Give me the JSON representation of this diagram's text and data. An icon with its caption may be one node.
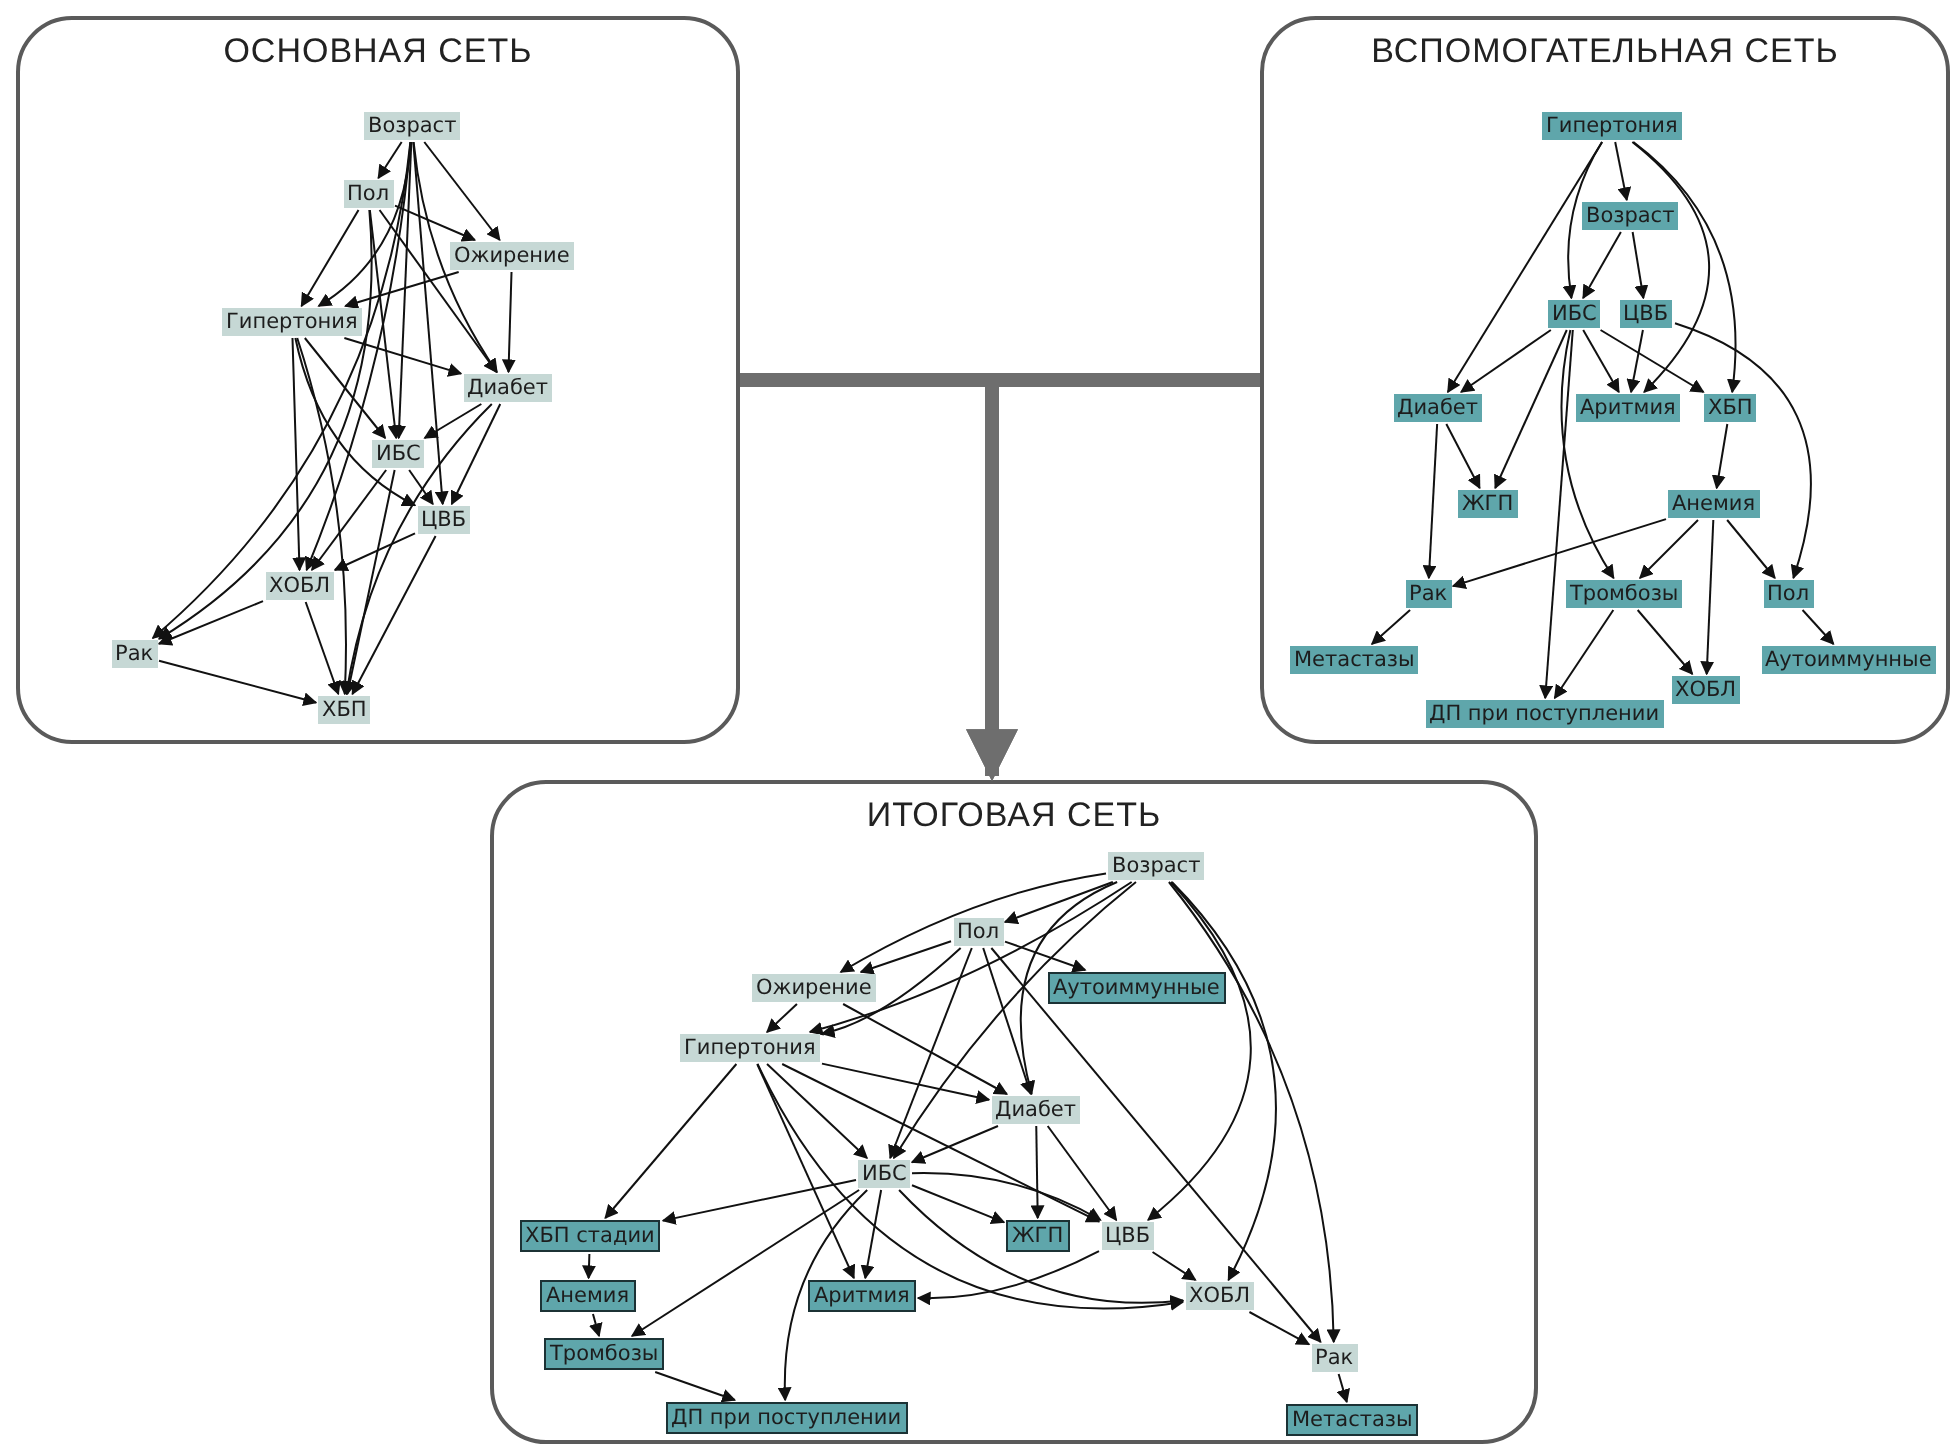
{
  "diagram": {
    "nodes": [
      {
        "text": [
          "ОСНОВНАЯ СЕТЬ"
        ]
      },
      {
        "text": [
          "Возраст"
        ],
        "in": 0
      },
      {
        "text": [
          "Пол"
        ],
        "in": 0
      },
      {
        "text": [
          "Ожирение"
        ],
        "in": 0
      },
      {
        "text": [
          "Гипертония"
        ],
        "in": 0
      },
      {
        "text": [
          "Диабет"
        ],
        "in": 0
      },
      {
        "text": [
          "ИБС"
        ],
        "in": 0
      },
      {
        "text": [
          "ЦВБ"
        ],
        "in": 0
      },
      {
        "text": [
          "ХОБЛ"
        ],
        "in": 0
      },
      {
        "text": [
          "Рак"
        ],
        "in": 0
      },
      {
        "text": [
          "ХБП"
        ],
        "in": 0
      },
      {
        "text": [
          "ВСПОМОГАТЕЛЬНАЯ СЕТЬ"
        ]
      },
      {
        "text": [
          "Гипертония"
        ],
        "in": 11
      },
      {
        "text": [
          "Возраст"
        ],
        "in": 11
      },
      {
        "text": [
          "ИБС"
        ],
        "in": 11
      },
      {
        "text": [
          "ЦВБ"
        ],
        "in": 11
      },
      {
        "text": [
          "Диабет"
        ],
        "in": 11
      },
      {
        "text": [
          "Аритмия"
        ],
        "in": 11
      },
      {
        "text": [
          "ХБП"
        ],
        "in": 11
      },
      {
        "text": [
          "ЖГП"
        ],
        "in": 11
      },
      {
        "text": [
          "Анемия"
        ],
        "in": 11
      },
      {
        "text": [
          "Рак"
        ],
        "in": 11
      },
      {
        "text": [
          "Тромбозы"
        ],
        "in": 11
      },
      {
        "text": [
          "Пол"
        ],
        "in": 11
      },
      {
        "text": [
          "Метастазы"
        ],
        "in": 11
      },
      {
        "text": [
          "Аутоиммунные"
        ],
        "in": 11
      },
      {
        "text": [
          "ХОБЛ"
        ],
        "in": 11
      },
      {
        "text": [
          "ДП при поступлении"
        ],
        "in": 11
      },
      {
        "text": [
          "ИТОГОВАЯ СЕТЬ"
        ]
      },
      {
        "text": [
          "Возраст"
        ],
        "in": 28
      },
      {
        "text": [
          "Пол"
        ],
        "in": 28
      },
      {
        "text": [
          "Ожирение"
        ],
        "in": 28
      },
      {
        "text": [
          "Аутоиммунные"
        ],
        "in": 28
      },
      {
        "text": [
          "Гипертония"
        ],
        "in": 28
      },
      {
        "text": [
          "Диабет"
        ],
        "in": 28
      },
      {
        "text": [
          "ИБС"
        ],
        "in": 28
      },
      {
        "text": [
          "ХБП стадии"
        ],
        "in": 28
      },
      {
        "text": [
          "ЖГП"
        ],
        "in": 28
      },
      {
        "text": [
          "ЦВБ"
        ],
        "in": 28
      },
      {
        "text": [
          "Анемия"
        ],
        "in": 28
      },
      {
        "text": [
          "Аритмия"
        ],
        "in": 28
      },
      {
        "text": [
          "ХОБЛ"
        ],
        "in": 28
      },
      {
        "text": [
          "Тромбозы"
        ],
        "in": 28
      },
      {
        "text": [
          "Рак"
        ],
        "in": 28
      },
      {
        "text": [
          "ДП при поступлении"
        ],
        "in": 28
      },
      {
        "text": [
          "Метастазы"
        ],
        "in": 28
      }
    ],
    "edges": [
      {
        "from": 1,
        "to": 2,
        "arrow": "to"
      },
      {
        "from": 1,
        "to": 3,
        "arrow": "to"
      },
      {
        "from": 1,
        "to": 4,
        "arrow": "to"
      },
      {
        "from": 1,
        "to": 5,
        "arrow": "to"
      },
      {
        "from": 1,
        "to": 6,
        "arrow": "to"
      },
      {
        "from": 1,
        "to": 7,
        "arrow": "to"
      },
      {
        "from": 1,
        "to": 9,
        "arrow": "to"
      },
      {
        "from": 1,
        "to": 8,
        "arrow": "to"
      },
      {
        "from": 2,
        "to": 3,
        "arrow": "to"
      },
      {
        "from": 2,
        "to": 4,
        "arrow": "to"
      },
      {
        "from": 2,
        "to": 6,
        "arrow": "to"
      },
      {
        "from": 2,
        "to": 5,
        "arrow": "to"
      },
      {
        "from": 2,
        "to": 9,
        "arrow": "to"
      },
      {
        "from": 3,
        "to": 4,
        "arrow": "to"
      },
      {
        "from": 3,
        "to": 5,
        "arrow": "to"
      },
      {
        "from": 4,
        "to": 5,
        "arrow": "to"
      },
      {
        "from": 4,
        "to": 6,
        "arrow": "to"
      },
      {
        "from": 4,
        "to": 7,
        "arrow": "to"
      },
      {
        "from": 4,
        "to": 8,
        "arrow": "to"
      },
      {
        "from": 4,
        "to": 10,
        "arrow": "to"
      },
      {
        "from": 5,
        "to": 6,
        "arrow": "to"
      },
      {
        "from": 5,
        "to": 7,
        "arrow": "to"
      },
      {
        "from": 5,
        "to": 10,
        "arrow": "to"
      },
      {
        "from": 6,
        "to": 7,
        "arrow": "to"
      },
      {
        "from": 6,
        "to": 8,
        "arrow": "to"
      },
      {
        "from": 6,
        "to": 10,
        "arrow": "to"
      },
      {
        "from": 7,
        "to": 8,
        "arrow": "to"
      },
      {
        "from": 7,
        "to": 10,
        "arrow": "to"
      },
      {
        "from": 8,
        "to": 9,
        "arrow": "to"
      },
      {
        "from": 8,
        "to": 10,
        "arrow": "to"
      },
      {
        "from": 9,
        "to": 10,
        "arrow": "to"
      },
      {
        "from": 12,
        "to": 13,
        "arrow": "to"
      },
      {
        "from": 12,
        "to": 14,
        "arrow": "to"
      },
      {
        "from": 12,
        "to": 16,
        "arrow": "to"
      },
      {
        "from": 12,
        "to": 17,
        "arrow": "to"
      },
      {
        "from": 12,
        "to": 18,
        "arrow": "to"
      },
      {
        "from": 13,
        "to": 14,
        "arrow": "to"
      },
      {
        "from": 13,
        "to": 15,
        "arrow": "to"
      },
      {
        "from": 14,
        "to": 16,
        "arrow": "to"
      },
      {
        "from": 14,
        "to": 19,
        "arrow": "to"
      },
      {
        "from": 14,
        "to": 17,
        "arrow": "to"
      },
      {
        "from": 14,
        "to": 18,
        "arrow": "to"
      },
      {
        "from": 14,
        "to": 22,
        "arrow": "to"
      },
      {
        "from": 14,
        "to": 27,
        "arrow": "to"
      },
      {
        "from": 15,
        "to": 17,
        "arrow": "to"
      },
      {
        "from": 15,
        "to": 23,
        "arrow": "to"
      },
      {
        "from": 16,
        "to": 19,
        "arrow": "to"
      },
      {
        "from": 16,
        "to": 21,
        "arrow": "to"
      },
      {
        "from": 18,
        "to": 20,
        "arrow": "to"
      },
      {
        "from": 20,
        "to": 21,
        "arrow": "to"
      },
      {
        "from": 20,
        "to": 22,
        "arrow": "to"
      },
      {
        "from": 20,
        "to": 26,
        "arrow": "to"
      },
      {
        "from": 20,
        "to": 23,
        "arrow": "to"
      },
      {
        "from": 21,
        "to": 24,
        "arrow": "to"
      },
      {
        "from": 22,
        "to": 27,
        "arrow": "to"
      },
      {
        "from": 22,
        "to": 26,
        "arrow": "to"
      },
      {
        "from": 23,
        "to": 25,
        "arrow": "to"
      },
      {
        "from": 29,
        "to": 30,
        "arrow": "to"
      },
      {
        "from": 29,
        "to": 31,
        "arrow": "to"
      },
      {
        "from": 29,
        "to": 33,
        "arrow": "to"
      },
      {
        "from": 29,
        "to": 35,
        "arrow": "to"
      },
      {
        "from": 29,
        "to": 34,
        "arrow": "to"
      },
      {
        "from": 29,
        "to": 38,
        "arrow": "to"
      },
      {
        "from": 29,
        "to": 41,
        "arrow": "to"
      },
      {
        "from": 29,
        "to": 43,
        "arrow": "to"
      },
      {
        "from": 30,
        "to": 31,
        "arrow": "to"
      },
      {
        "from": 30,
        "to": 33,
        "arrow": "to"
      },
      {
        "from": 30,
        "to": 32,
        "arrow": "to"
      },
      {
        "from": 30,
        "to": 35,
        "arrow": "to"
      },
      {
        "from": 30,
        "to": 34,
        "arrow": "to"
      },
      {
        "from": 30,
        "to": 43,
        "arrow": "to"
      },
      {
        "from": 31,
        "to": 33,
        "arrow": "to"
      },
      {
        "from": 31,
        "to": 34,
        "arrow": "to"
      },
      {
        "from": 33,
        "to": 34,
        "arrow": "to"
      },
      {
        "from": 33,
        "to": 35,
        "arrow": "to"
      },
      {
        "from": 33,
        "to": 38,
        "arrow": "to"
      },
      {
        "from": 33,
        "to": 41,
        "arrow": "to"
      },
      {
        "from": 33,
        "to": 36,
        "arrow": "to"
      },
      {
        "from": 33,
        "to": 40,
        "arrow": "to"
      },
      {
        "from": 34,
        "to": 35,
        "arrow": "to"
      },
      {
        "from": 34,
        "to": 37,
        "arrow": "to"
      },
      {
        "from": 34,
        "to": 38,
        "arrow": "to"
      },
      {
        "from": 35,
        "to": 36,
        "arrow": "to"
      },
      {
        "from": 35,
        "to": 42,
        "arrow": "to"
      },
      {
        "from": 35,
        "to": 40,
        "arrow": "to"
      },
      {
        "from": 35,
        "to": 44,
        "arrow": "to"
      },
      {
        "from": 35,
        "to": 37,
        "arrow": "to"
      },
      {
        "from": 35,
        "to": 38,
        "arrow": "to"
      },
      {
        "from": 35,
        "to": 41,
        "arrow": "to"
      },
      {
        "from": 38,
        "to": 40,
        "arrow": "to"
      },
      {
        "from": 38,
        "to": 41,
        "arrow": "to"
      },
      {
        "from": 36,
        "to": 39,
        "arrow": "to"
      },
      {
        "from": 39,
        "to": 42,
        "arrow": "to"
      },
      {
        "from": 42,
        "to": 44,
        "arrow": "to"
      },
      {
        "from": 41,
        "to": 43,
        "arrow": "to"
      },
      {
        "from": 43,
        "to": 45,
        "arrow": "to"
      },
      {
        "from": 0,
        "to": 28,
        "arrow": "to",
        "style": "thick",
        "color": "#6e6e6e"
      },
      {
        "from": 11,
        "to": 28,
        "arrow": "to",
        "style": "thick",
        "color": "#6e6e6e"
      }
    ]
  }
}
